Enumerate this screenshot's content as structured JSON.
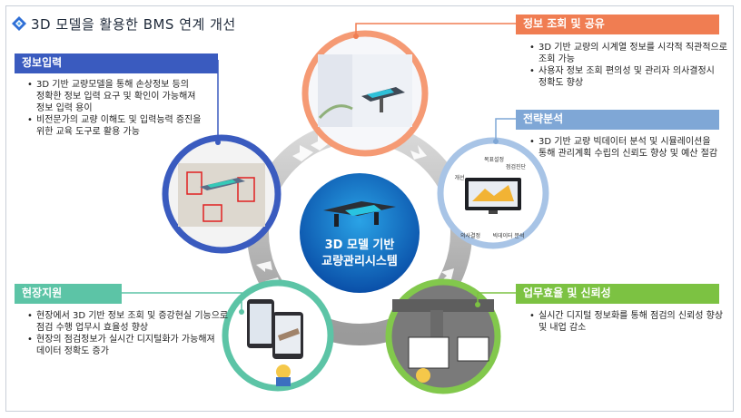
{
  "page_title": "3D 모델을 활용한 BMS 연계 개선",
  "center": {
    "line1": "3D 모델 기반",
    "line2": "교량관리시스템"
  },
  "sections": {
    "info_input": {
      "title": "정보입력",
      "color": "#3a5bbf",
      "bullets": [
        "3D 기반 교량모델을 통해 손상정보 등의\n정확한 정보 입력 요구 및 확인이 가능해져\n정보 입력 용이",
        "비전문가의 교량 이해도 및 입력능력 증진을\n위한 교육 도구로 활용 가능"
      ]
    },
    "info_query": {
      "title": "정보 조회 및 공유",
      "color": "#f07d52",
      "bullets": [
        "3D 기반 교량의 시계열 정보를 시각적 직관적으로\n조회 가능",
        "사용자 정보 조회 편의성 및 관리자 의사결정시\n정확도 향상"
      ]
    },
    "strategy": {
      "title": "전략분석",
      "color": "#7fa7d6",
      "bullets": [
        "3D 기반 교량 빅데이터 분석 및 시뮬레이션을\n통해 관리계획 수립의 신뢰도 향상 및 예산 절감"
      ],
      "figure_labels": [
        "목표설정",
        "점검진단",
        "개선",
        "의사결정",
        "빅데이터\n분석"
      ]
    },
    "field": {
      "title": "현장지원",
      "color": "#5cc4a6",
      "bullets": [
        "현장에서 3D 기반 정보 조회 및 증강현실 기능으로\n점검 수행 업무시 효율성 향상",
        "현장의 점검정보가 실시간 디지털화가 가능해져\n데이터 정확도 증가"
      ]
    },
    "efficiency": {
      "title": "업무효율 및 신뢰성",
      "color": "#7cc242",
      "bullets": [
        "실시간 디지털 정보화를 통해 점검의 신뢰성 향상\n및 내업 감소"
      ]
    }
  }
}
